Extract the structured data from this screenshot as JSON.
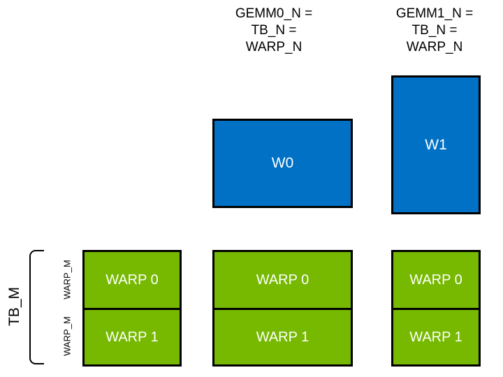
{
  "diagram": {
    "title_context": "warp tiling diagram",
    "column_headers": [
      {
        "lines": [
          "GEMM0_N =",
          "TB_N =",
          "WARP_N"
        ]
      },
      {
        "lines": [
          "GEMM1_N =",
          "TB_N =",
          "WARP_N"
        ]
      }
    ],
    "accumulator_tiles": [
      {
        "label": "W0"
      },
      {
        "label": "W1"
      }
    ],
    "warp_columns": [
      {
        "rows": [
          "WARP 0",
          "WARP 1"
        ]
      },
      {
        "rows": [
          "WARP 0",
          "WARP 1"
        ]
      },
      {
        "rows": [
          "WARP 0",
          "WARP 1"
        ]
      }
    ],
    "side_labels": {
      "tb_m": "TB_M",
      "warp_m_top": "WARP_M",
      "warp_m_bottom": "WARP_M"
    },
    "colors": {
      "tile_blue": "#0071C5",
      "warp_green": "#76B900",
      "outline_black": "#000000",
      "box_text_white": "#FFFFFF",
      "label_text_black": "#000000",
      "background": "#FFFFFF"
    }
  }
}
